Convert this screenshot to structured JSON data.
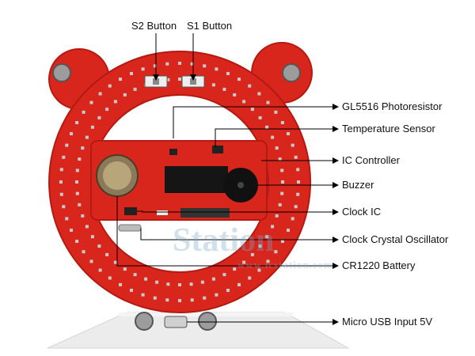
{
  "labels": {
    "s2_button": "S2 Button",
    "s1_button": "S1 Button",
    "photoresistor": "GL5516 Photoresistor",
    "temperature_sensor": "Temperature Sensor",
    "ic_controller": "IC Controller",
    "buzzer": "Buzzer",
    "clock_ic": "Clock IC",
    "crystal_oscillator": "Clock Crystal Oscillator",
    "battery": "CR1220 Battery",
    "usb_input": "Micro USB Input 5V"
  },
  "watermark": {
    "brand": "Station",
    "url": "www.icstation.com"
  },
  "colors": {
    "pcb": "#d9261c",
    "pcb_dark": "#a8160f",
    "led": "#c9c9c9",
    "stand": "#e6e6e6",
    "line": "#000000"
  },
  "icons": [
    "usb-port-icon",
    "battery-icon",
    "buzzer-icon",
    "button-icon",
    "screw-icon"
  ]
}
